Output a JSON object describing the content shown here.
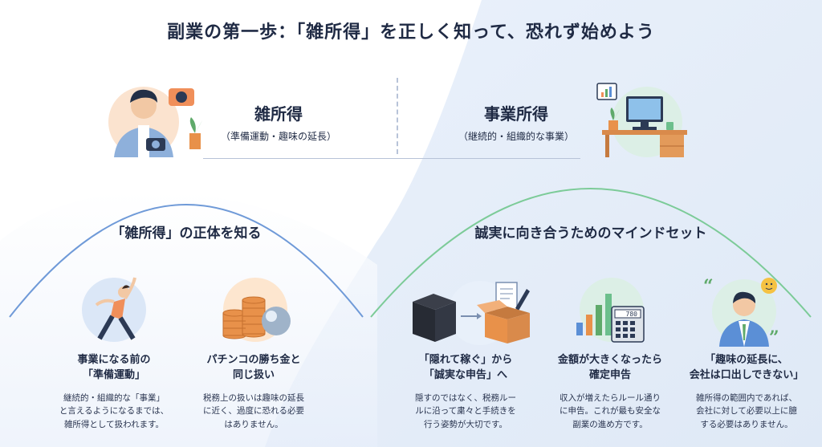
{
  "title": "副業の第一歩：「雑所得」を正しく知って、恐れず始めよう",
  "top": {
    "left": {
      "label": "雑所得",
      "sub": "（準備運動・趣味の延長）"
    },
    "right": {
      "label": "事業所得",
      "sub": "（継続的・組織的な事業）"
    }
  },
  "sections": {
    "left": {
      "heading": "「雑所得」の正体を知る",
      "cards": [
        {
          "title": [
            "事業になる前の",
            "「準備運動」"
          ],
          "body": [
            "継続的・組織的な「事業」",
            "と言えるようになるまでは、",
            "雑所得として扱われます。"
          ]
        },
        {
          "title": [
            "パチンコの勝ち金と",
            "同じ扱い"
          ],
          "body": [
            "税務上の扱いは趣味の延長",
            "に近く、過度に恐れる必要",
            "はありません。"
          ]
        }
      ]
    },
    "right": {
      "heading": "誠実に向き合うためのマインドセット",
      "cards": [
        {
          "title": [
            "「隠れて稼ぐ」から",
            "「誠実な申告」へ"
          ],
          "body": [
            "隠すのではなく、税務ルー",
            "ルに沿って粛々と手続きを",
            "行う姿勢が大切です。"
          ]
        },
        {
          "title": [
            "金額が大きくなったら",
            "確定申告"
          ],
          "body": [
            "収入が増えたらルール通り",
            "に申告。これが最も安全な",
            "副業の進め方です。"
          ]
        },
        {
          "title": [
            "「趣味の延長に、",
            "会社は口出しできない」"
          ],
          "body": [
            "雑所得の範囲内であれば、",
            "会社に対して必要以上に臆",
            "する必要はありません。"
          ]
        }
      ]
    }
  },
  "calculator_display": "780",
  "colors": {
    "navy": "#1f2a44",
    "orange": "#e8914a",
    "blue": "#5b8fd6",
    "green": "#6cbf8c"
  },
  "icons": [
    "person-camera-icon",
    "desk-computer-icon",
    "stretching-person-icon",
    "coins-icon",
    "box-to-open-box-icon",
    "calculator-chart-icon",
    "businessman-speech-icon"
  ]
}
